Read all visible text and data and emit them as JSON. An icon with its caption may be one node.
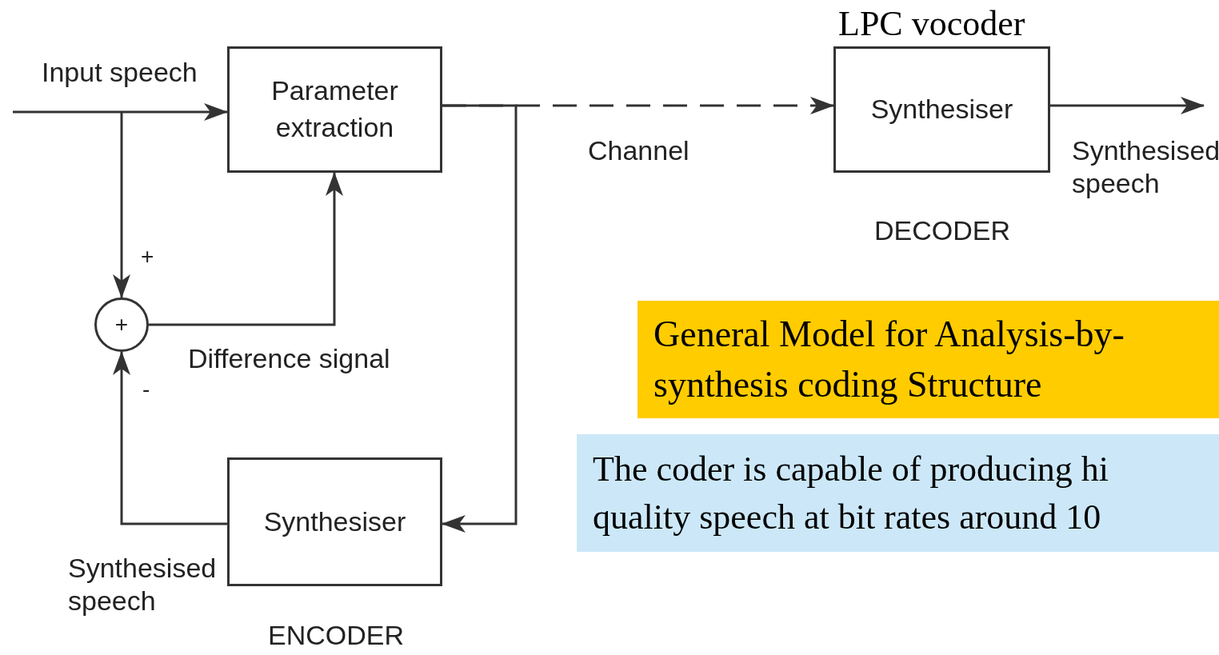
{
  "diagram": {
    "title": "LPC vocoder",
    "nodes": [
      {
        "text": [
          "Parameter extraction"
        ]
      },
      {
        "text": [
          "Synthesiser"
        ],
        "beside": [
          "DECODER"
        ]
      },
      {
        "text": [
          "+"
        ]
      },
      {
        "text": [
          "Synthesiser"
        ],
        "beside": [
          "ENCODER"
        ]
      },
      {
        "text": [
          "General Model for Analysis-by-synthesis coding Structure"
        ]
      },
      {
        "text": [
          "The coder is capable of producing hi quality speech at bit rates around 10"
        ]
      }
    ],
    "edges": [
      {
        "from": null,
        "to": 0,
        "arrow": "to",
        "label": "Input speech"
      },
      {
        "from": null,
        "to": 2,
        "arrow": "to"
      },
      {
        "from": 2,
        "to": 0,
        "arrow": "to",
        "label": "Difference signal"
      },
      {
        "from": 0,
        "to": 1,
        "arrow": "to",
        "label": "Channel",
        "style": "dashed"
      },
      {
        "from": 0,
        "to": 3,
        "arrow": "to"
      },
      {
        "from": 3,
        "to": 2,
        "arrow": "to",
        "label": "Synthesised speech"
      },
      {
        "from": 1,
        "to": null,
        "arrow": "to",
        "label": "Synthesised speech"
      }
    ],
    "labels": [
      "+",
      "-"
    ]
  }
}
